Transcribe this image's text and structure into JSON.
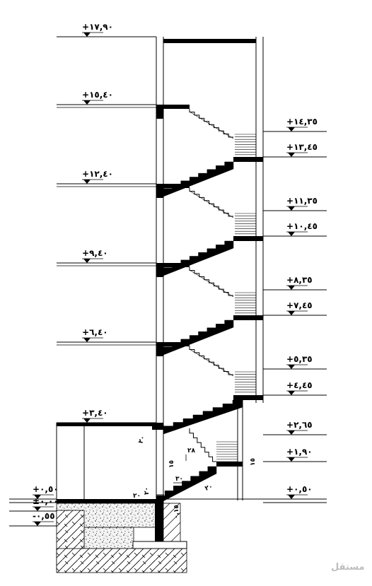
{
  "drawing": {
    "colors": {
      "ink": "#000000",
      "paper": "#ffffff",
      "concrete": "#f4f4f4",
      "watermark": "#bdbdbd"
    },
    "level_markers_left": [
      {
        "id": "lvl-17-90",
        "text": "+١٧,٩٠"
      },
      {
        "id": "lvl-15-40",
        "text": "+١٥,٤٠"
      },
      {
        "id": "lvl-12-40",
        "text": "+١٢,٤٠"
      },
      {
        "id": "lvl-9-40",
        "text": "+٩,٤٠"
      },
      {
        "id": "lvl-6-40",
        "text": "+٦,٤٠"
      },
      {
        "id": "lvl-3-40",
        "text": "+٣,٤٠"
      }
    ],
    "level_markers_right": [
      {
        "id": "lvl-14-35",
        "text": "+١٤,٣٥"
      },
      {
        "id": "lvl-13-45",
        "text": "+١٣,٤٥"
      },
      {
        "id": "lvl-11-35",
        "text": "+١١,٣٥"
      },
      {
        "id": "lvl-10-45",
        "text": "+١٠,٤٥"
      },
      {
        "id": "lvl-8-35",
        "text": "+٨,٣٥"
      },
      {
        "id": "lvl-7-45",
        "text": "+٧,٤٥"
      },
      {
        "id": "lvl-5-35",
        "text": "+٥,٣٥"
      },
      {
        "id": "lvl-4-45",
        "text": "+٤,٤٥"
      },
      {
        "id": "lvl-2-65",
        "text": "+٢,٦٥"
      },
      {
        "id": "lvl-1-90",
        "text": "+١,٩٠"
      },
      {
        "id": "lvl-0-50-r",
        "text": "+٠,٥٠"
      }
    ],
    "ground_markers": [
      {
        "id": "lvl-0-50-l",
        "text": "+٠,٥٠"
      },
      {
        "id": "lvl-0-00",
        "text": "±٠,٠٠"
      },
      {
        "id": "lvl-m0-55",
        "text": "-٠,٥٥"
      }
    ],
    "small_labels": [
      {
        "id": "lbl-slab-20",
        "text": "٢٠"
      },
      {
        "id": "lbl-28",
        "text": "٢٨"
      },
      {
        "id": "lbl-15",
        "text": "١٥"
      },
      {
        "id": "lbl-30",
        "text": "٣٠"
      },
      {
        "id": "lbl-20b",
        "text": "٢٠"
      },
      {
        "id": "lbl-15b",
        "text": "١٥"
      },
      {
        "id": "lbl-0-15",
        "text": "٠,١٥"
      },
      {
        "id": "lbl-20c",
        "text": "٢٠"
      },
      {
        "id": "lbl-20d",
        "text": "٢٠"
      }
    ],
    "watermark": "مستقل"
  }
}
